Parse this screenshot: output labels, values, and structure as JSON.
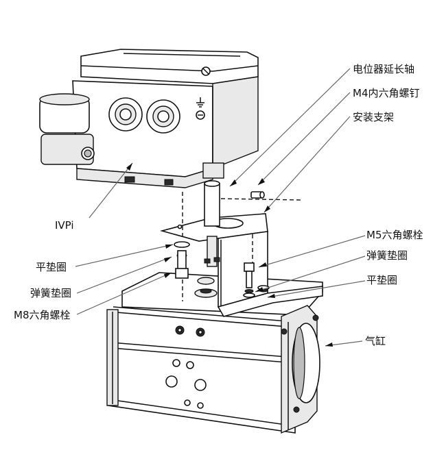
{
  "labels": {
    "pot_shaft": "电位器延长轴",
    "m4_screw": "M4内六角螺钉",
    "bracket": "安装支架",
    "ivpi": "IVPi",
    "m5_bolt": "M5六角螺栓",
    "spring_washer_right": "弹簧垫圈",
    "flat_washer_right": "平垫圈",
    "flat_washer_left": "平垫圈",
    "spring_washer_left": "弹簧垫圈",
    "m8_bolt": "M8六角螺栓",
    "cylinder": "气缸"
  },
  "colors": {
    "line": "#111111",
    "leader": "#666666",
    "fill_light": "#e9e9e9",
    "fill_mid": "#bdbdbd",
    "fill_dark": "#2b2b2b"
  }
}
